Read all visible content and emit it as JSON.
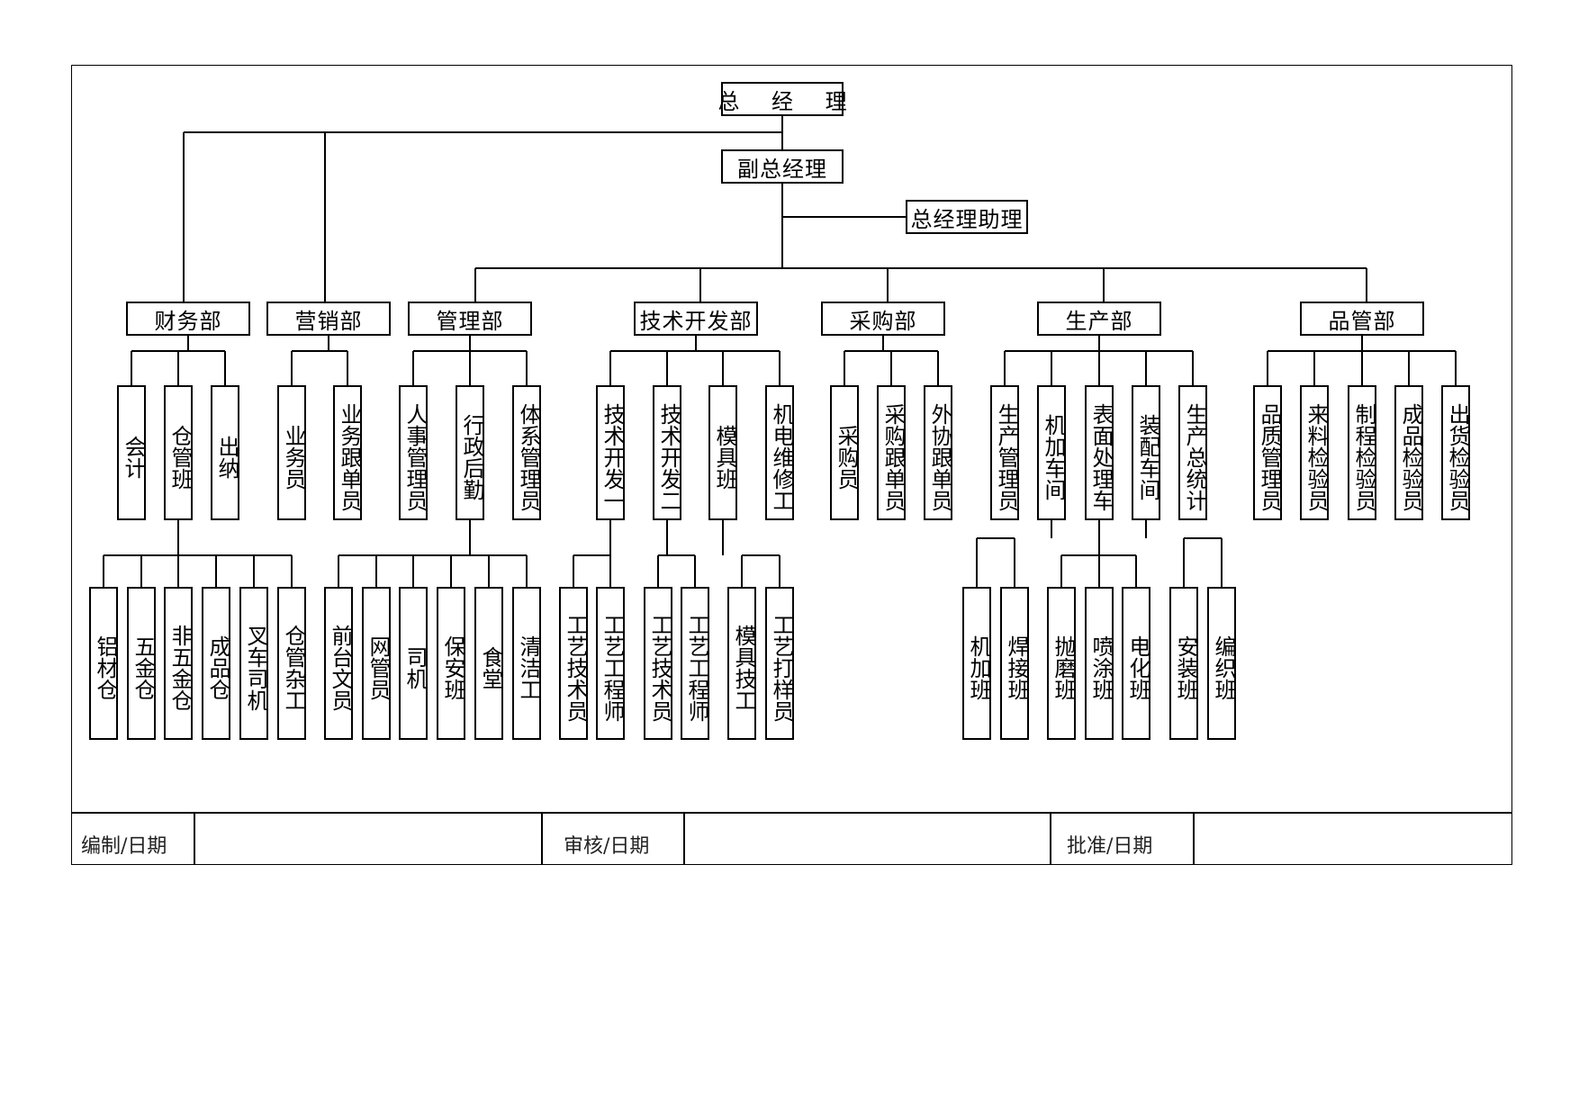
{
  "gm": "总 经 理",
  "deputy": "副总经理",
  "assistant": "总经理助理",
  "departments": {
    "finance": "财务部",
    "marketing": "营销部",
    "management": "管理部",
    "tech": "技术开发部",
    "purchase": "采购部",
    "production": "生产部",
    "quality": "品管部"
  },
  "level3": {
    "finance": [
      "会计",
      "仓管班",
      "出纳"
    ],
    "marketing": [
      "业务员",
      "业务跟单员"
    ],
    "management": [
      "人事管理员",
      "行政后勤",
      "体系管理员"
    ],
    "tech": [
      "技术开发一",
      "技术开发二",
      "模具班",
      "机电维修工"
    ],
    "purchase": [
      "采购员",
      "采购跟单员",
      "外协跟单员"
    ],
    "production": [
      "生产管理员",
      "机加车间",
      "表面处理车",
      "装配车间",
      "生产总统计"
    ],
    "quality": [
      "品质管理员",
      "来料检验员",
      "制程检验员",
      "成品检验员",
      "出货检验员"
    ]
  },
  "level4": {
    "warehouse": [
      "铝材仓",
      "五金仓",
      "非五金仓",
      "成品仓",
      "叉车司机",
      "仓管杂工"
    ],
    "admin": [
      "前台文员",
      "网管员",
      "司机",
      "保安班",
      "食堂",
      "清洁工"
    ],
    "tech1": [
      "工艺技术员",
      "工艺工程师"
    ],
    "tech2": [
      "工艺技术员",
      "工艺工程师"
    ],
    "mold": [
      "模具技工",
      "工艺打样员"
    ],
    "machining": [
      "机加班",
      "焊接班"
    ],
    "surface": [
      "抛磨班",
      "喷涂班",
      "电化班"
    ],
    "assembly": [
      "安装班",
      "编织班"
    ]
  },
  "footer": {
    "compiled": "编制/日期",
    "reviewed": "审核/日期",
    "approved": "批准/日期"
  }
}
